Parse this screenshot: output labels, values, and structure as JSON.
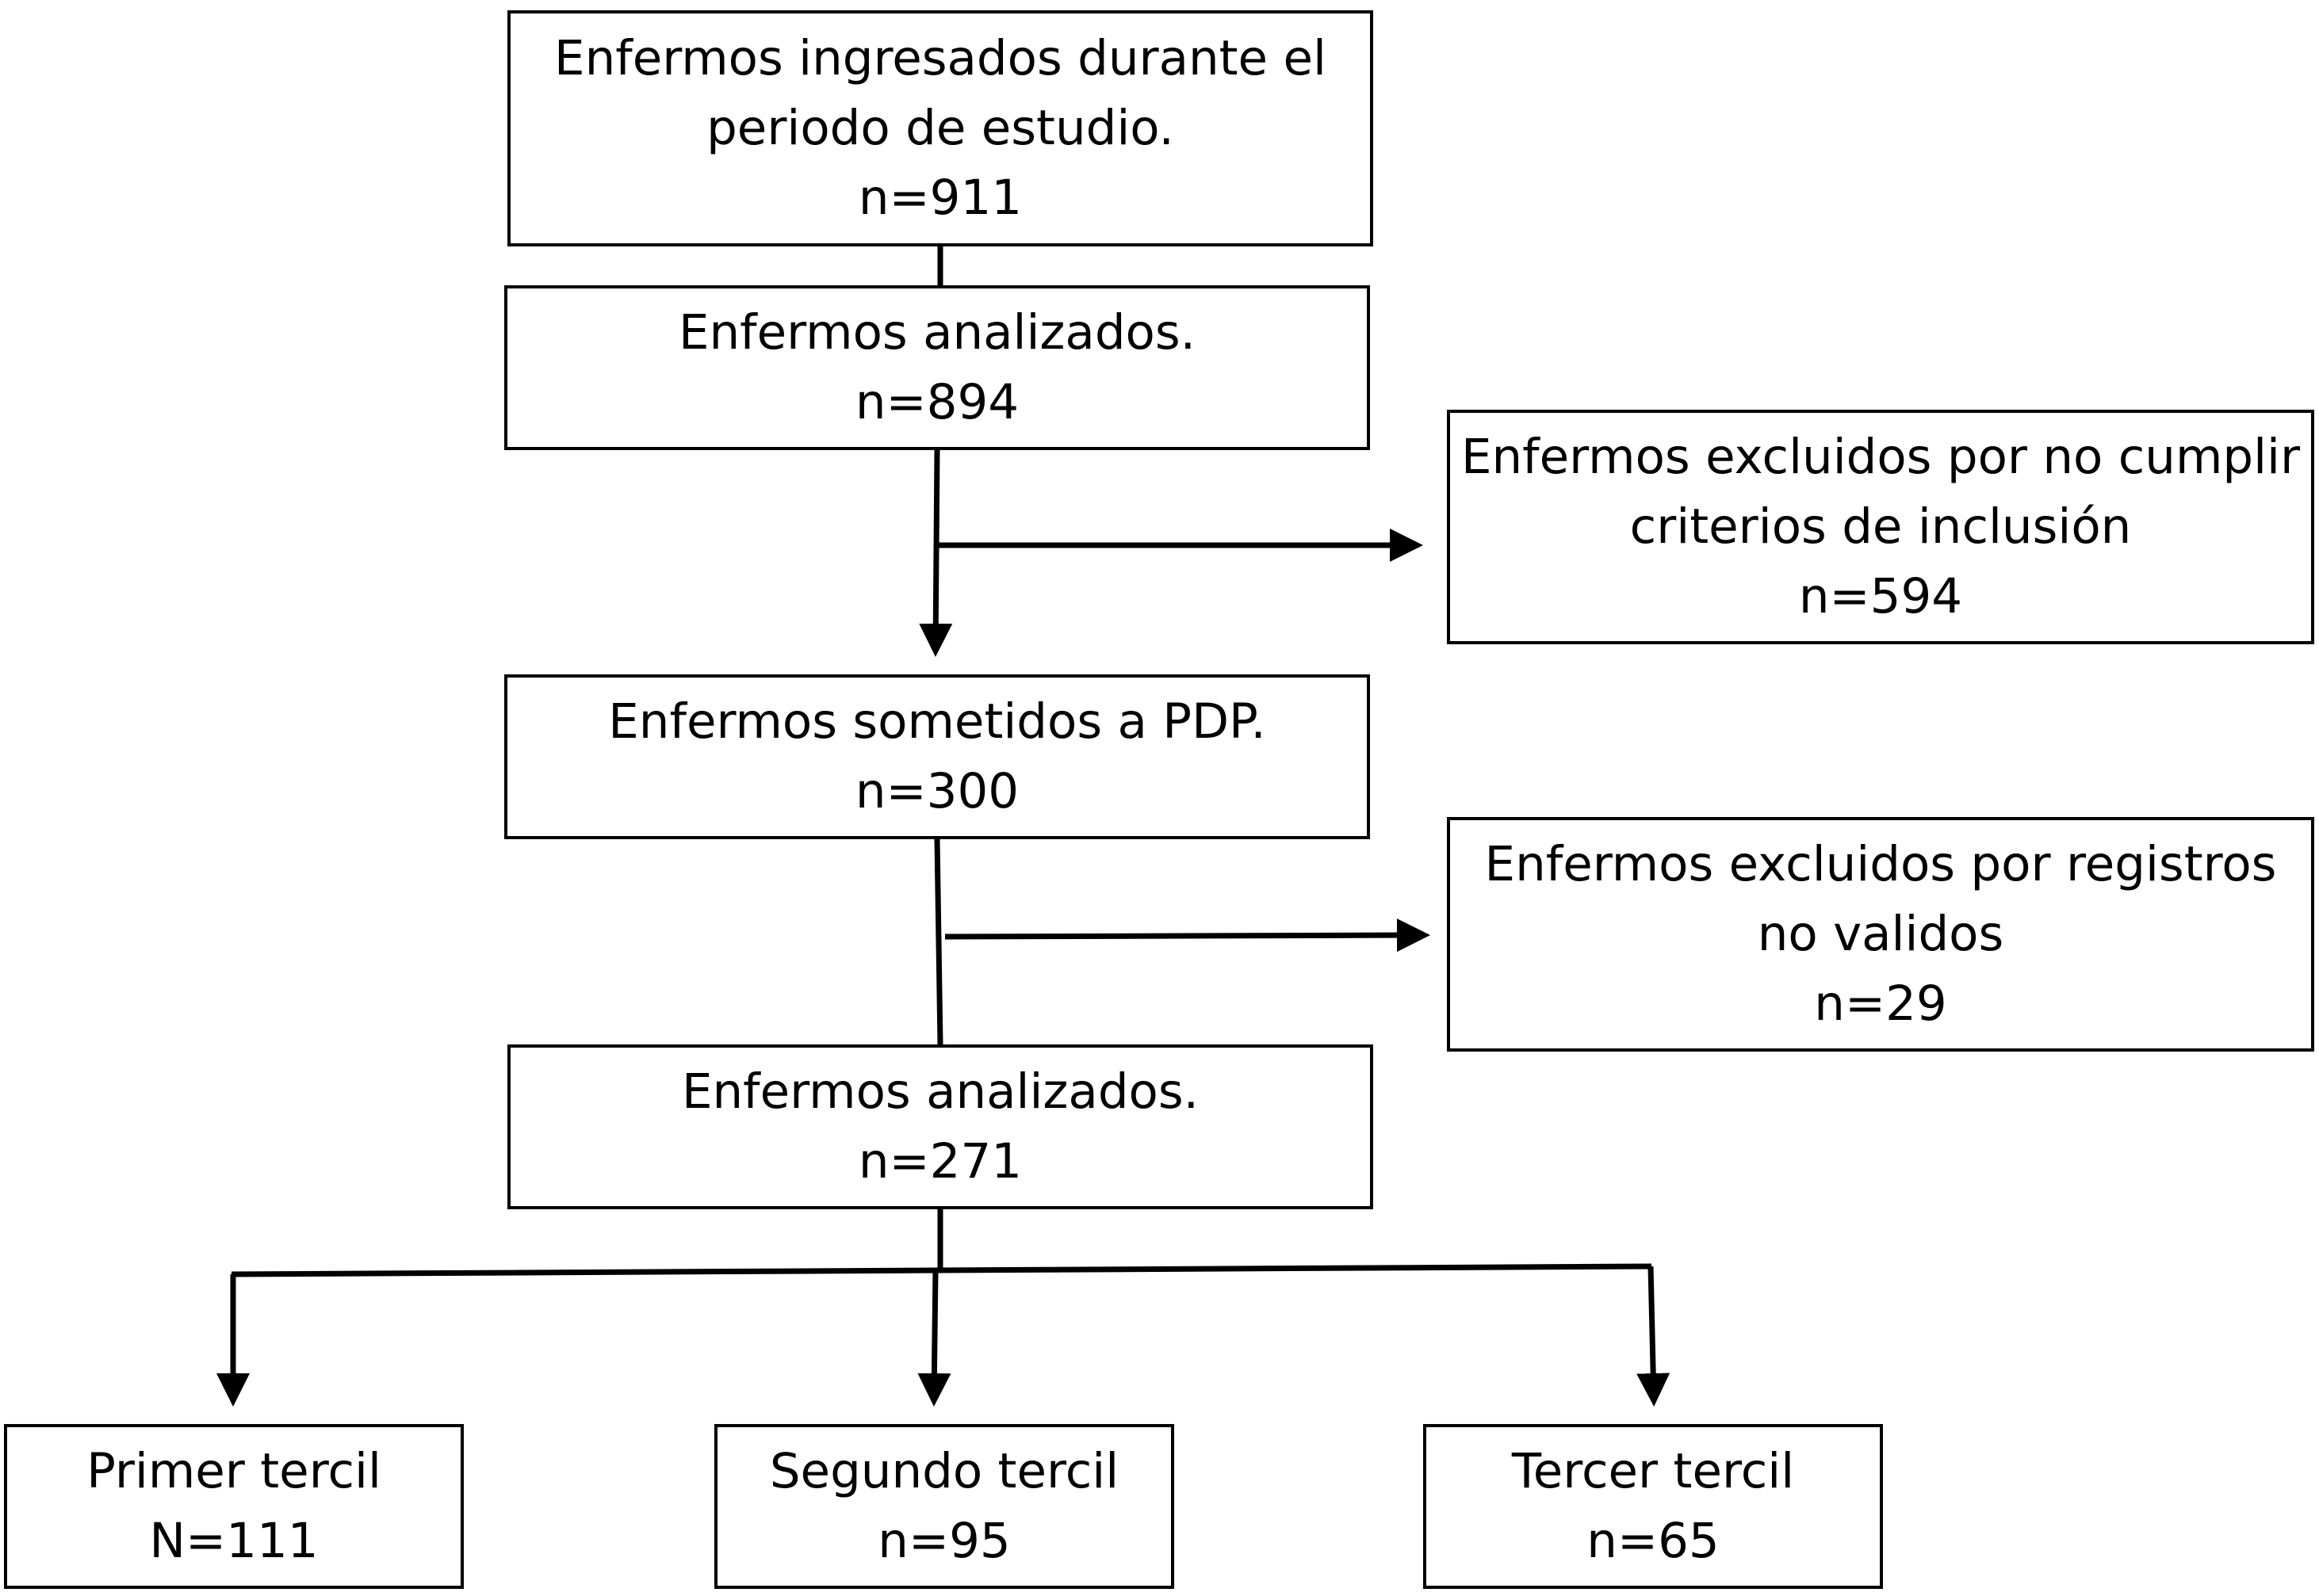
{
  "boxes": {
    "ingresados": {
      "line1": "Enfermos ingresados durante el",
      "line2": "periodo de estudio.",
      "count": "n=911"
    },
    "analizados_1": {
      "line1": "Enfermos analizados.",
      "count": "n=894"
    },
    "excluidos_criterios": {
      "line1": "Enfermos excluidos por no cumplir",
      "line2": "criterios de inclusión",
      "count": "n=594"
    },
    "sometidos_pdp": {
      "line1": "Enfermos sometidos a PDP.",
      "count": "n=300"
    },
    "excluidos_registros": {
      "line1": "Enfermos excluidos por registros",
      "line2": "no validos",
      "count": "n=29"
    },
    "analizados_2": {
      "line1": "Enfermos analizados.",
      "count": "n=271"
    },
    "primer_tercil": {
      "line1": "Primer tercil",
      "count": "N=111"
    },
    "segundo_tercil": {
      "line1": "Segundo tercil",
      "count": "n=95"
    },
    "tercer_tercil": {
      "line1": "Tercer tercil",
      "count": "n=65"
    }
  },
  "colors": {
    "stroke": "#000000",
    "background": "#ffffff"
  }
}
